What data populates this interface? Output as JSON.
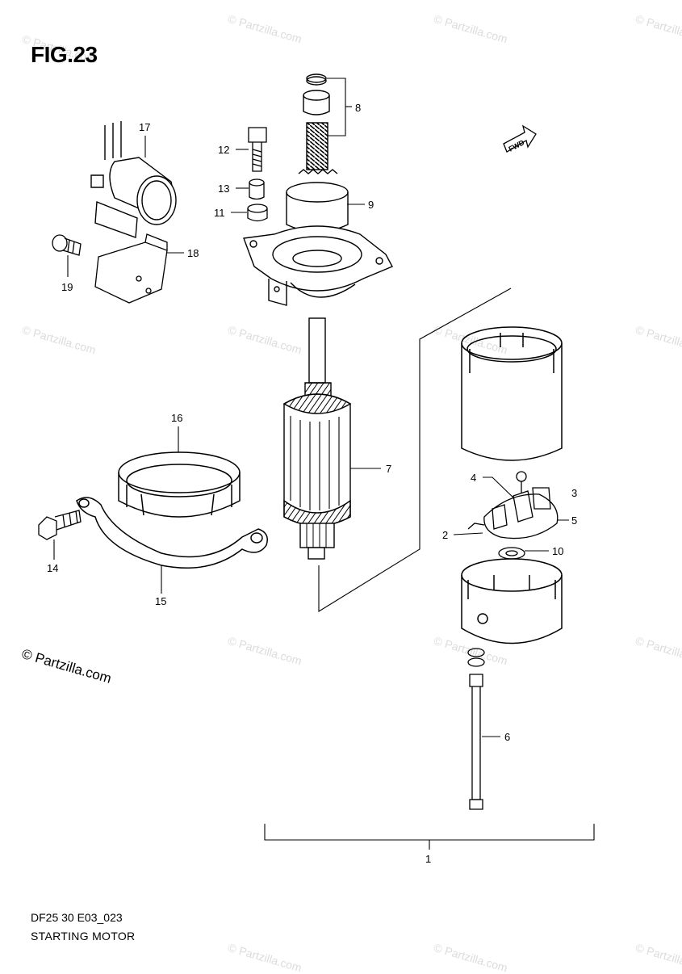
{
  "figure": {
    "title": "FIG.23",
    "code": "DF25 30 E03_023",
    "caption": "STARTING MOTOR"
  },
  "watermark": {
    "logo_text": "© Partzilla.com",
    "repeat_text": "© Partzilla.com"
  },
  "fwd_label": "FWD",
  "callouts": [
    {
      "id": "c1",
      "label": "1"
    },
    {
      "id": "c2",
      "label": "2"
    },
    {
      "id": "c3",
      "label": "3"
    },
    {
      "id": "c4",
      "label": "4"
    },
    {
      "id": "c5",
      "label": "5"
    },
    {
      "id": "c6",
      "label": "6"
    },
    {
      "id": "c7",
      "label": "7"
    },
    {
      "id": "c8",
      "label": "8"
    },
    {
      "id": "c9",
      "label": "9"
    },
    {
      "id": "c10",
      "label": "10"
    },
    {
      "id": "c11",
      "label": "11"
    },
    {
      "id": "c12",
      "label": "12"
    },
    {
      "id": "c13",
      "label": "13"
    },
    {
      "id": "c14",
      "label": "14"
    },
    {
      "id": "c15",
      "label": "15"
    },
    {
      "id": "c16",
      "label": "16"
    },
    {
      "id": "c17",
      "label": "17"
    },
    {
      "id": "c18",
      "label": "18"
    },
    {
      "id": "c19",
      "label": "19"
    }
  ]
}
